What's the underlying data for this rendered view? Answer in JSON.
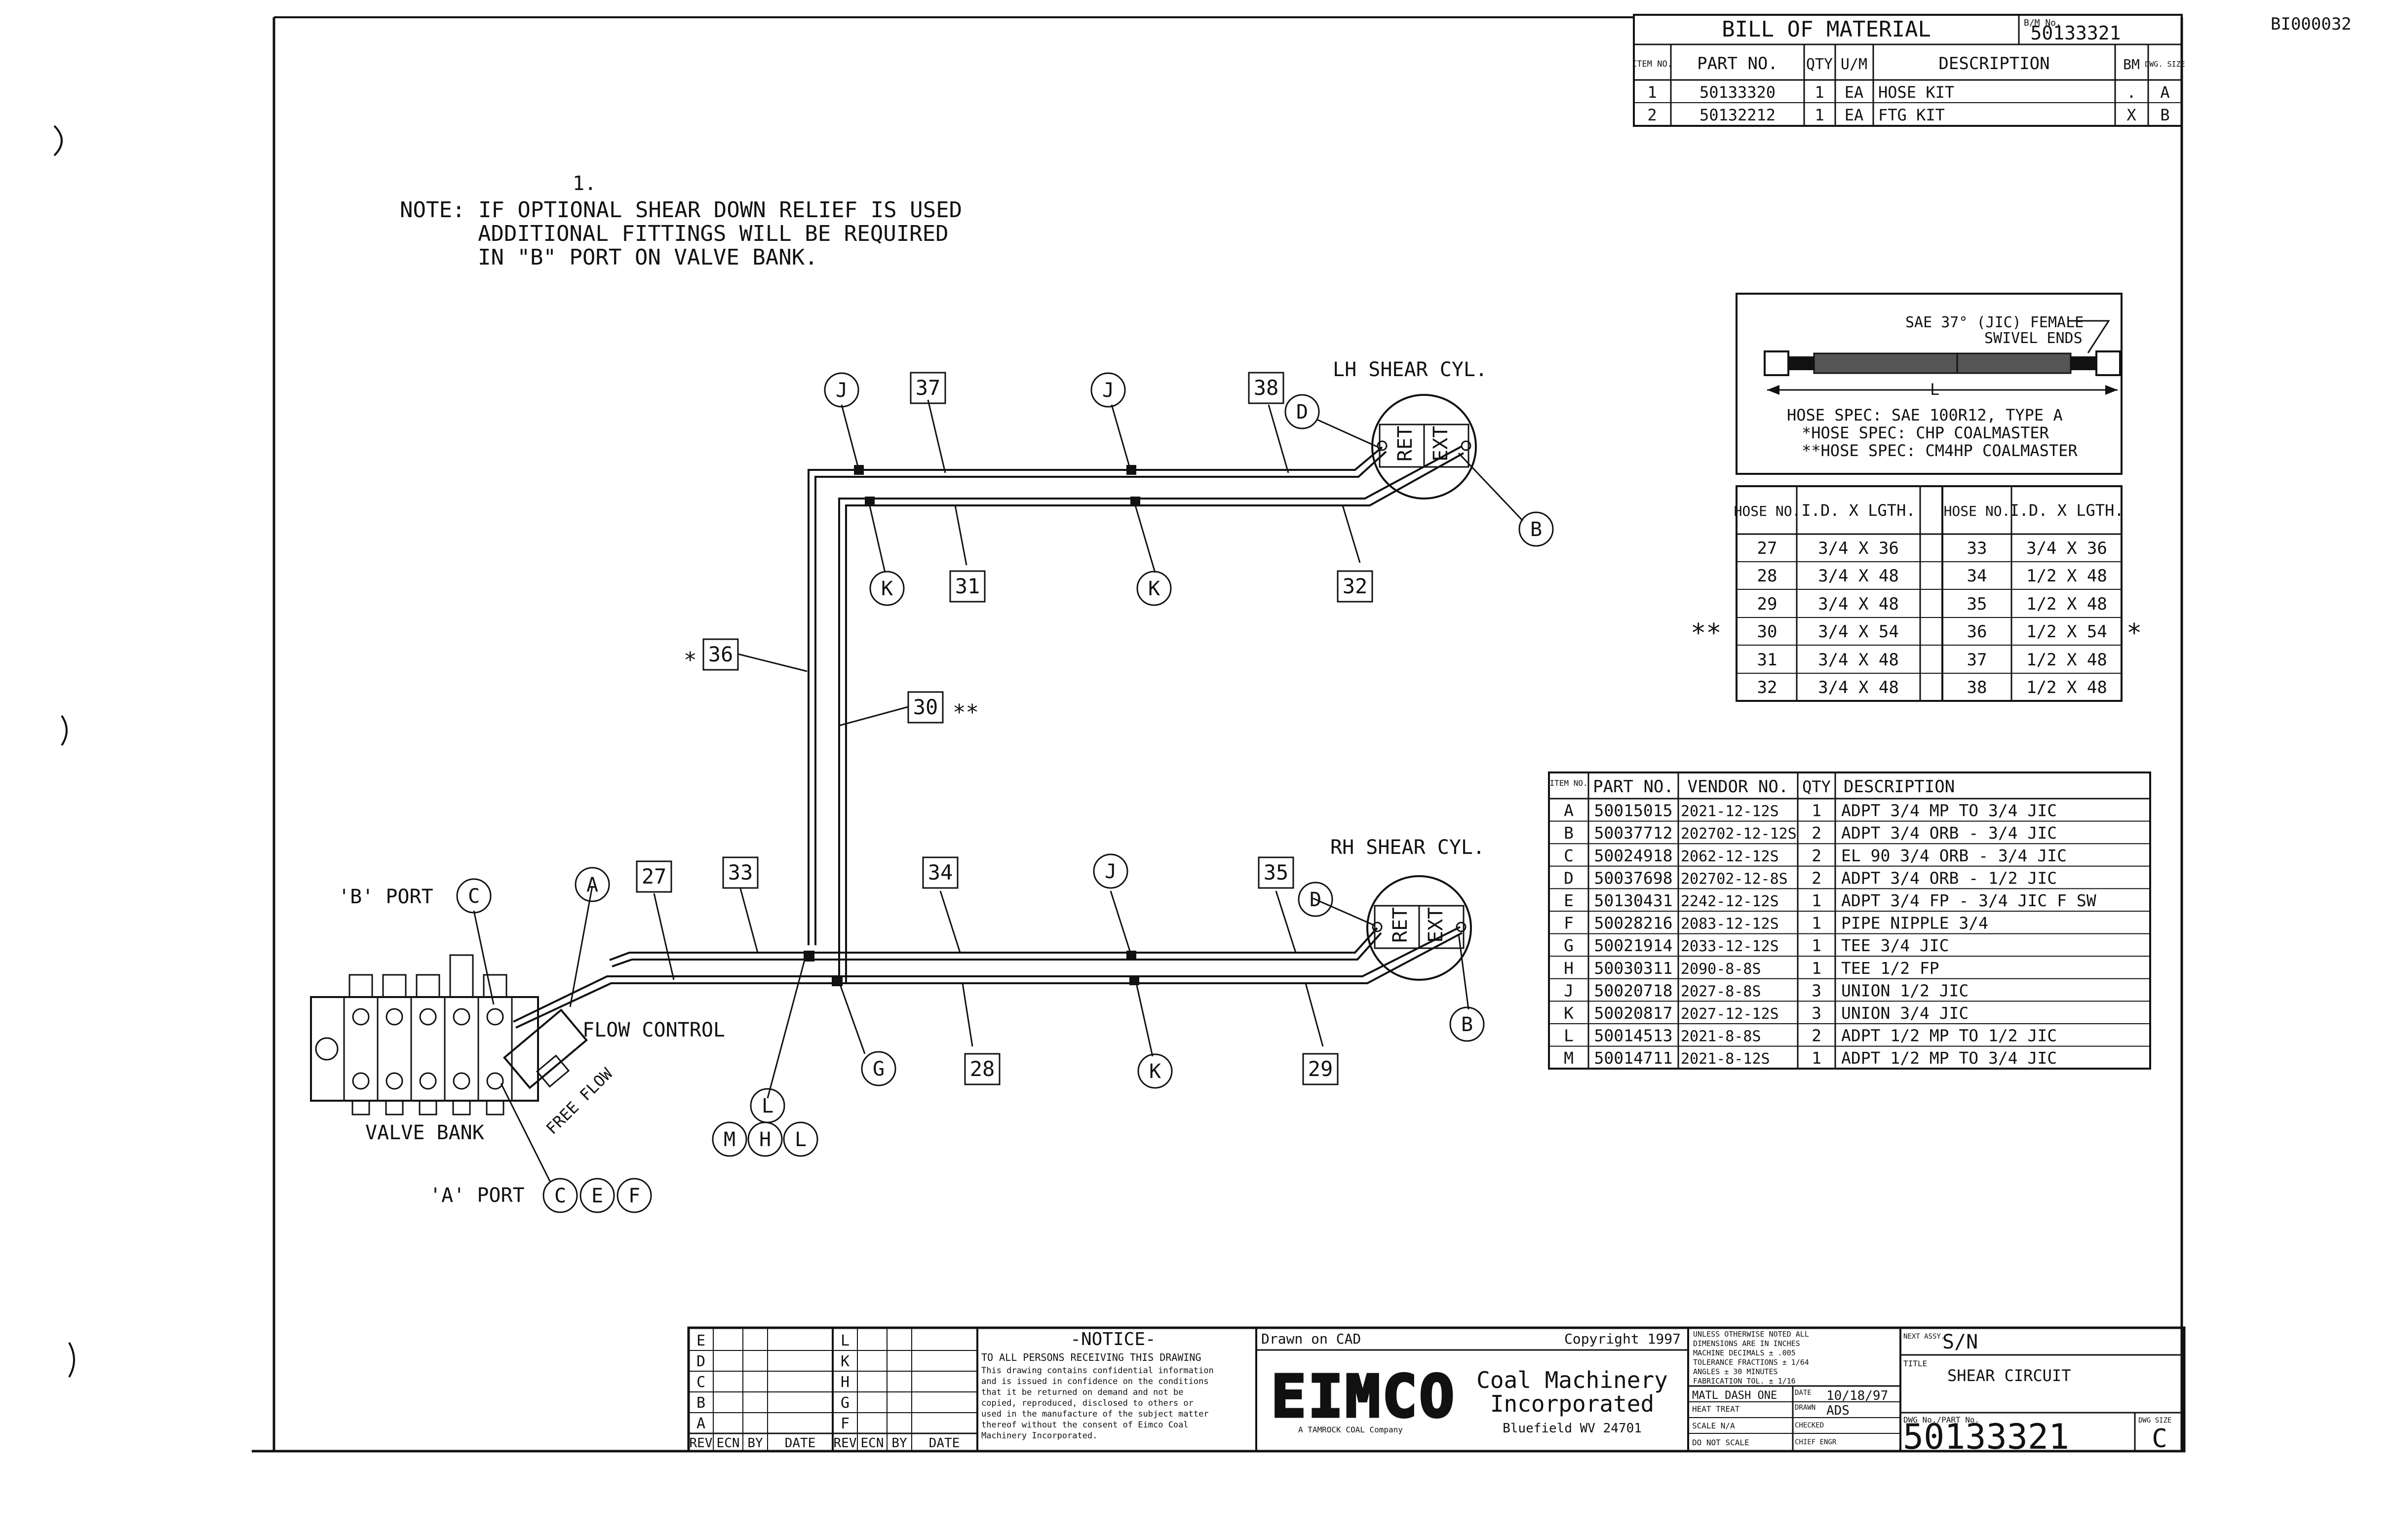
{
  "corner_id": "BI000032",
  "note": {
    "marker": "1.",
    "lines": [
      "NOTE: IF OPTIONAL SHEAR DOWN RELIEF IS USED",
      "ADDITIONAL FITTINGS WILL BE REQUIRED",
      "IN \"B\" PORT ON VALVE BANK."
    ]
  },
  "bom": {
    "title": "BILL OF MATERIAL",
    "bm_label": "B/M No.",
    "bm_number": "50133321",
    "headers": [
      "ITEM NO.",
      "PART NO.",
      "QTY",
      "U/M",
      "DESCRIPTION",
      "BM",
      "DWG. SIZE"
    ],
    "rows": [
      [
        "1",
        "50133320",
        "1",
        "EA",
        "HOSE KIT",
        ".",
        "A"
      ],
      [
        "2",
        "50132212",
        "1",
        "EA",
        "FTG KIT",
        "X",
        "B"
      ]
    ]
  },
  "hose_spec": {
    "end_label_1": "SAE 37° (JIC) FEMALE",
    "end_label_2": "SWIVEL ENDS",
    "length_label": "L",
    "lines": [
      "HOSE SPEC: SAE 100R12, TYPE A",
      "*HOSE SPEC: CHP COALMASTER",
      "**HOSE SPEC: CM4HP COALMASTER"
    ],
    "headers": [
      "HOSE NO.",
      "I.D. X LGTH.",
      "HOSE NO.",
      "I.D. X LGTH."
    ],
    "rows": [
      [
        "27",
        "3/4 X 36",
        "33",
        "3/4 X 36"
      ],
      [
        "28",
        "3/4 X 48",
        "34",
        "1/2 X 48"
      ],
      [
        "29",
        "3/4 X 48",
        "35",
        "1/2 X 48"
      ],
      [
        "30",
        "3/4 X 54",
        "36",
        "1/2 X 54"
      ],
      [
        "31",
        "3/4 X 48",
        "37",
        "1/2 X 48"
      ],
      [
        "32",
        "3/4 X 48",
        "38",
        "1/2 X 48"
      ]
    ],
    "double_star": "**",
    "single_star": "*"
  },
  "fittings": {
    "headers": [
      "ITEM NO.",
      "PART NO.",
      "VENDOR NO.",
      "QTY",
      "DESCRIPTION"
    ],
    "rows": [
      [
        "A",
        "50015015",
        "2021-12-12S",
        "1",
        "ADPT 3/4 MP TO 3/4 JIC"
      ],
      [
        "B",
        "50037712",
        "202702-12-12S",
        "2",
        "ADPT 3/4 ORB - 3/4 JIC"
      ],
      [
        "C",
        "50024918",
        "2062-12-12S",
        "2",
        "EL 90 3/4 ORB - 3/4 JIC"
      ],
      [
        "D",
        "50037698",
        "202702-12-8S",
        "2",
        "ADPT 3/4 ORB - 1/2 JIC"
      ],
      [
        "E",
        "50130431",
        "2242-12-12S",
        "1",
        "ADPT 3/4 FP - 3/4 JIC F SW"
      ],
      [
        "F",
        "50028216",
        "2083-12-12S",
        "1",
        "PIPE NIPPLE 3/4"
      ],
      [
        "G",
        "50021914",
        "2033-12-12S",
        "1",
        "TEE 3/4 JIC"
      ],
      [
        "H",
        "50030311",
        "2090-8-8S",
        "1",
        "TEE 1/2 FP"
      ],
      [
        "J",
        "50020718",
        "2027-8-8S",
        "3",
        "UNION 1/2 JIC"
      ],
      [
        "K",
        "50020817",
        "2027-12-12S",
        "3",
        "UNION 3/4 JIC"
      ],
      [
        "L",
        "50014513",
        "2021-8-8S",
        "2",
        "ADPT 1/2 MP TO 1/2 JIC"
      ],
      [
        "M",
        "50014711",
        "2021-8-12S",
        "1",
        "ADPT 1/2 MP TO 3/4 JIC"
      ]
    ]
  },
  "diagram": {
    "lh_cyl": "LH SHEAR CYL.",
    "rh_cyl": "RH SHEAR CYL.",
    "ret": "RET",
    "ext": "EXT",
    "b_port": "'B' PORT",
    "a_port": "'A' PORT",
    "flow_control": "FLOW CONTROL",
    "free_flow": "FREE FLOW",
    "valve_bank": "VALVE BANK",
    "star_36": "*",
    "star_30": "**",
    "hoses": {
      "h27": "27",
      "h28": "28",
      "h29": "29",
      "h30": "30",
      "h31": "31",
      "h32": "32",
      "h33": "33",
      "h34": "34",
      "h35": "35",
      "h36": "36",
      "h37": "37",
      "h38": "38"
    },
    "fit": {
      "A": "A",
      "B": "B",
      "C": "C",
      "D": "D",
      "E": "E",
      "F": "F",
      "G": "G",
      "H": "H",
      "J": "J",
      "K": "K",
      "L": "L",
      "M": "M"
    }
  },
  "title_block": {
    "rev_letters_left": [
      "E",
      "D",
      "C",
      "B",
      "A"
    ],
    "rev_letters_right": [
      "L",
      "K",
      "H",
      "G",
      "F"
    ],
    "rev_headers": [
      "REV",
      "ECN",
      "BY",
      "DATE",
      "REV",
      "ECN",
      "BY",
      "DATE"
    ],
    "notice_title": "-NOTICE-",
    "notice_lines": [
      "TO ALL PERSONS RECEIVING THIS DRAWING",
      "This drawing contains confidential information",
      "and is issued in confidence on the conditions",
      "that it be returned on demand and not be",
      "copied, reproduced, disclosed to others or",
      "used in the manufacture of the subject matter",
      "thereof without the consent of Eimco Coal",
      "Machinery Incorporated."
    ],
    "drawn_on": "Drawn on CAD",
    "copyright": "Copyright 1997",
    "logo": "EIMCO",
    "company_1": "Coal Machinery",
    "company_2": "Incorporated",
    "location": "Bluefield WV 24701",
    "parent": "A TAMROCK COAL Company",
    "tol_lines": [
      "UNLESS OTHERWISE NOTED ALL",
      "DIMENSIONS ARE IN INCHES",
      "MACHINE    DECIMALS ± .005",
      "TOLERANCE  FRACTIONS ± 1/64",
      "           ANGLES ± 30 MINUTES",
      "FABRICATION TOL. ± 1/16"
    ],
    "material": "MATL DASH ONE",
    "date_label": "DATE",
    "date": "10/18/97",
    "heat_treat": "HEAT TREAT",
    "drawn_label": "DRAWN",
    "drawn_by": "ADS",
    "scale": "SCALE N/A",
    "checked": "CHECKED",
    "do_not_scale": "DO NOT SCALE",
    "chief_engr": "CHIEF ENGR",
    "next_assy_label": "NEXT ASSY.",
    "next_assy": "S/N",
    "title_label": "TITLE",
    "title": "SHEAR CIRCUIT",
    "dwg_label": "DWG No./PART No.",
    "dwg_number": "50133321",
    "size_label": "DWG SIZE",
    "size": "C"
  }
}
